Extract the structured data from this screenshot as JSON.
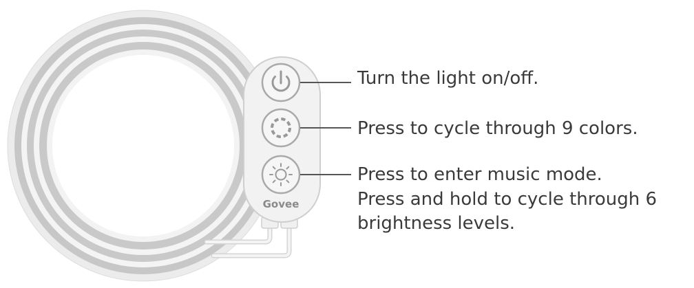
{
  "device": {
    "brand": "Govee",
    "buttons": [
      {
        "icon": "power-icon",
        "label": "Turn the light on/off."
      },
      {
        "icon": "color-cycle-icon",
        "label": "Press to cycle through 9 colors."
      },
      {
        "icon": "brightness-icon",
        "label_lines": [
          "Press to enter music mode.",
          "Press and hold to cycle through 6",
          "brightness levels."
        ]
      }
    ]
  },
  "colors": {
    "strip_gray": "#c9c9c9",
    "strip_white": "#f2f2f2",
    "controller_body": "#f2f2f2",
    "controller_border": "#cfcfcf",
    "button_outline": "#a9a9a9",
    "icon": "#999999",
    "leader_line": "#555555",
    "text": "#3a3a3a"
  }
}
